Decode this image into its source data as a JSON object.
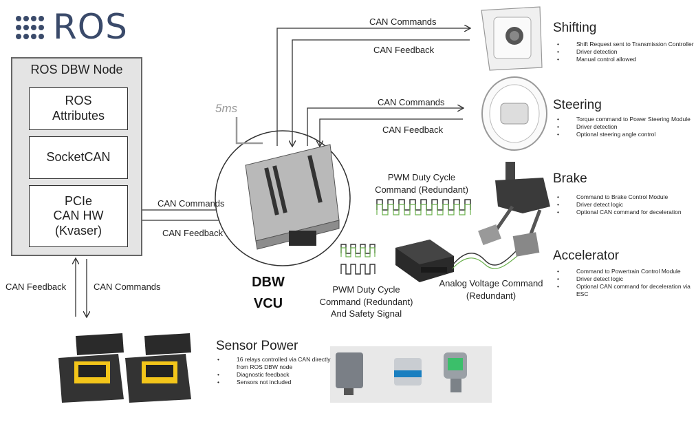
{
  "logo": {
    "text": "ROS",
    "icon": "ros-dots-icon"
  },
  "node": {
    "title": "ROS DBW Node",
    "blocks": [
      {
        "lines": [
          "ROS",
          "Attributes"
        ]
      },
      {
        "lines": [
          "SocketCAN"
        ]
      },
      {
        "lines": [
          "PCIe",
          "CAN HW",
          "(Kvaser)"
        ]
      }
    ]
  },
  "vcu": {
    "timing": "5ms",
    "label_lines": [
      "DBW",
      "VCU"
    ]
  },
  "links": {
    "node_to_vcu_cmd": "CAN Commands",
    "node_to_vcu_fb": "CAN Feedback",
    "node_to_sensor_fb": "CAN Feedback",
    "node_to_sensor_cmd": "CAN Commands",
    "shift_cmd": "CAN Commands",
    "shift_fb": "CAN Feedback",
    "steer_cmd": "CAN Commands",
    "steer_fb": "CAN Feedback",
    "pwm_top": [
      "PWM Duty Cycle",
      "Command (Redundant)"
    ],
    "pwm_bottom": [
      "PWM Duty Cycle",
      "Command (Redundant)",
      "And Safety Signal"
    ],
    "analog": [
      "Analog Voltage Command",
      "(Redundant)"
    ]
  },
  "systems": [
    {
      "title": "Shifting",
      "bullets": [
        "Shift Request sent to Transmission Controller",
        "Driver detection",
        "Manual control allowed"
      ]
    },
    {
      "title": "Steering",
      "bullets": [
        "Torque command to Power Steering Module",
        "Driver detection",
        "Optional steering angle control"
      ]
    },
    {
      "title": "Brake",
      "bullets": [
        "Command to Brake Control Module",
        "Driver detect logic",
        "Optional CAN command for deceleration"
      ]
    },
    {
      "title": "Accelerator",
      "bullets": [
        "Command to Powertrain Control Module",
        "Driver detect logic",
        "Optional CAN command for deceleration via ESC"
      ]
    }
  ],
  "sensor_power": {
    "title": "Sensor Power",
    "bullets": [
      "16 relays controlled via CAN directly from ROS DBW node",
      "Diagnostic feedback",
      "Sensors not included"
    ]
  },
  "colors": {
    "pwm_signal": "#6ab04c",
    "logo": "#3a4a6a",
    "node_bg": "#e4e4e4"
  }
}
